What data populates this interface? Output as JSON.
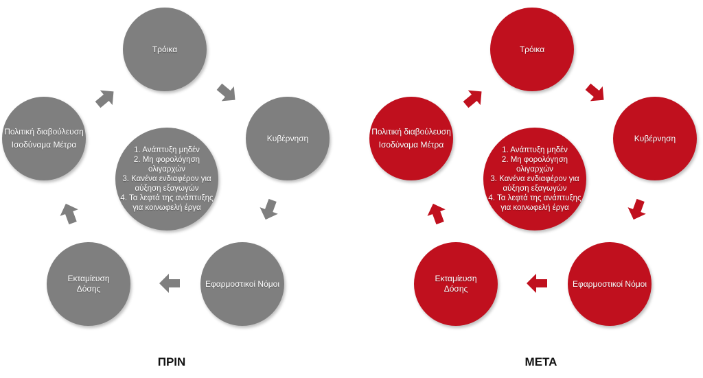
{
  "before": {
    "caption": "ΠΡΙΝ",
    "color": "#7f7f7f",
    "nodes": {
      "troika": "Τρόικα",
      "government": "Κυβέρνηση",
      "laws": "Εφαρμοστικοί Νόμοι",
      "disbursement_line1": "Εκταμίευση",
      "disbursement_line2": "Δόσης",
      "consultation_line1": "Πολιτική διαβούλευση",
      "consultation_line2": "Ισοδύναμα Μέτρα"
    },
    "center": [
      "1. Ανάπτυξη μηδέν",
      "2. Μη φορολόγηση",
      "ολιγαρχών",
      "3. Κανένα ενδιαφέρον για",
      "αύξηση εξαγωγών",
      "4. Τα λεφτά της ανάπτυξης",
      "για κοινωφελή έργα"
    ]
  },
  "after": {
    "caption": "ΜΕΤΑ",
    "color": "#c0101e",
    "nodes": {
      "troika": "Τρόικα",
      "government": "Κυβέρνηση",
      "laws": "Εφαρμοστικοί Νόμοι",
      "disbursement_line1": "Εκταμίευση",
      "disbursement_line2": "Δόσης",
      "consultation_line1": "Πολιτική διαβούλευση",
      "consultation_line2": "Ισοδύναμα Μέτρα"
    },
    "center": [
      "1. Ανάπτυξη μηδέν",
      "2. Μη φορολόγηση",
      "ολιγαρχών",
      "3. Κανένα ενδιαφέρον για",
      "αύξηση εξαγωγών",
      "4. Τα λεφτά της ανάπτυξης",
      "για κοινωφελή έργα"
    ]
  }
}
